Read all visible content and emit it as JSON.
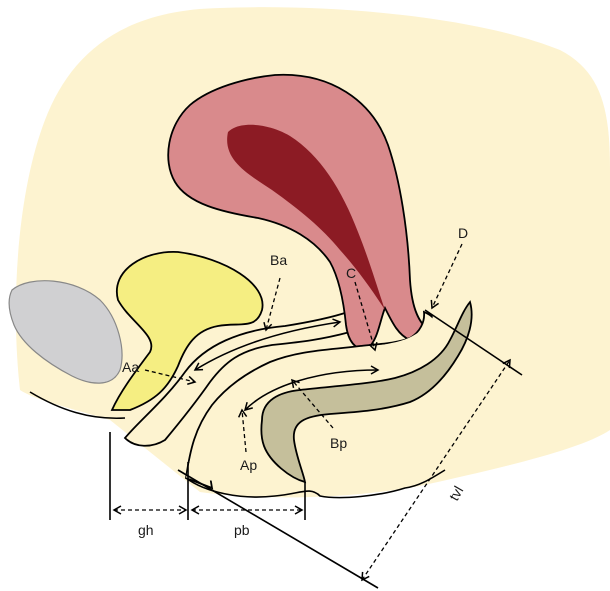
{
  "labels": {
    "Ba": "Ba",
    "C": "C",
    "D": "D",
    "Aa": "Aa",
    "Ap": "Ap",
    "Bp": "Bp",
    "gh": "gh",
    "pb": "pb",
    "tvl": "tvl"
  },
  "colors": {
    "background_body": "#fdf3d0",
    "uterus": "#d98a8c",
    "uterine_cavity": "#8c1b24",
    "bladder": "#f5ee82",
    "pubic_bone": "#d0d0d2",
    "rectum": "#c5bf9b",
    "outline": "#000000"
  }
}
